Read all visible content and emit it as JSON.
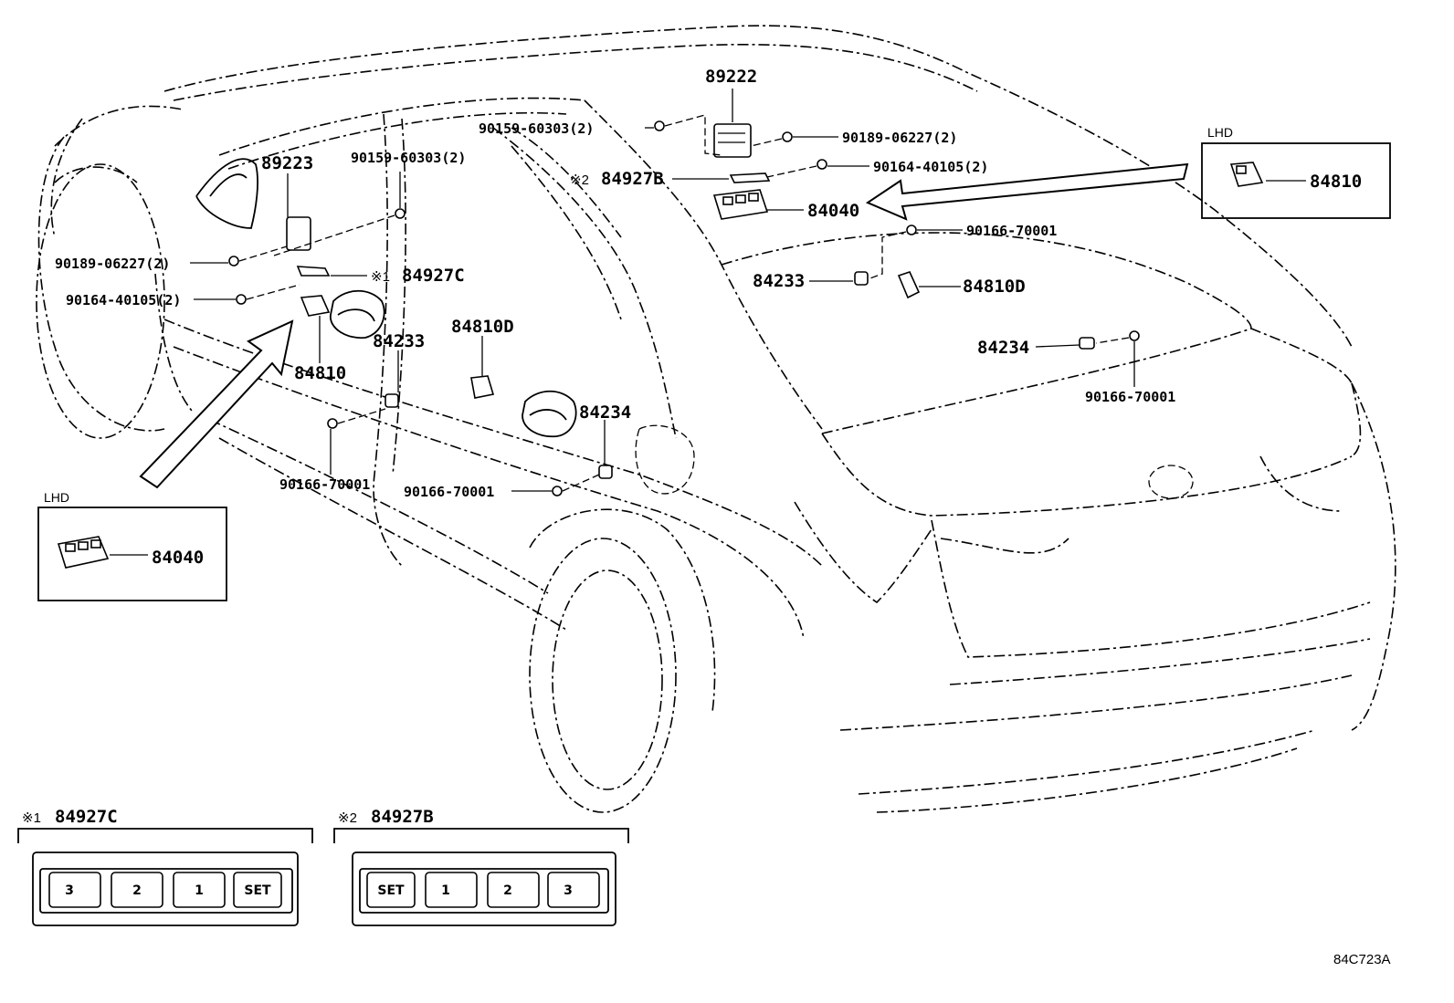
{
  "labels": {
    "p89222": "89222",
    "p89223": "89223",
    "bolt_90159_r": "90159-60303(2)",
    "bolt_90159_l": "90159-60303(2)",
    "bolt_90189_r": "90189-06227(2)",
    "bolt_90189_l": "90189-06227(2)",
    "bolt_90164_r": "90164-40105(2)",
    "bolt_90164_l": "90164-40105(2)",
    "p84927B": "84927B",
    "p84927C": "84927C",
    "mark1": "※1",
    "mark2": "※2",
    "p84040_r": "84040",
    "p84040_box": "84040",
    "p84810_box": "84810",
    "p84810_l": "84810",
    "p90166_r1": "90166-70001",
    "p90166_r2": "90166-70001",
    "p90166_l1": "90166-70001",
    "p90166_l2": "90166-70001",
    "p84233_r": "84233",
    "p84233_l": "84233",
    "p84810D_r": "84810D",
    "p84810D_l": "84810D",
    "p84234_r": "84234",
    "p84234_l": "84234",
    "lhd_top": "LHD",
    "lhd_bottom": "LHD",
    "detail1_mark": "※1",
    "detail1_title": "84927C",
    "detail2_mark": "※2",
    "detail2_title": "84927B",
    "diagram_code": "84C723A"
  },
  "detail1_buttons": [
    "3",
    "2",
    "1",
    "SET"
  ],
  "detail2_buttons": [
    "SET",
    "1",
    "2",
    "3"
  ]
}
